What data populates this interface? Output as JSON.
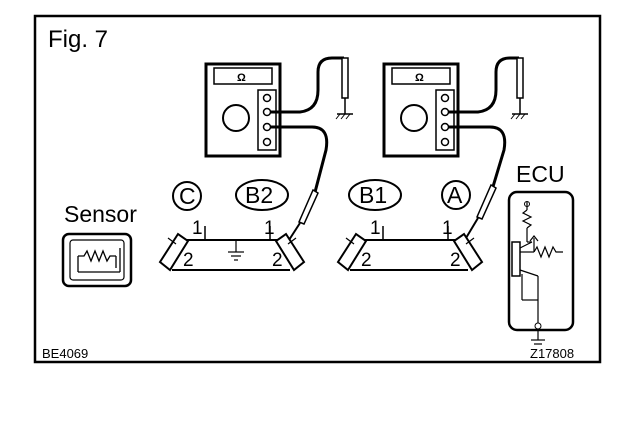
{
  "figure": {
    "title": "Fig. 7",
    "code_left": "BE4069",
    "code_right": "Z17808"
  },
  "labels": {
    "sensor": "Sensor",
    "ecu": "ECU",
    "terminal_c": "C",
    "terminal_b2": "B2",
    "terminal_b1": "B1",
    "terminal_a": "A"
  },
  "connectors": {
    "left": {
      "pin_top_left": "1",
      "pin_top_right": "1",
      "pin_bottom_left": "2",
      "pin_bottom_right": "2"
    },
    "right": {
      "pin_top_left": "1",
      "pin_top_right": "1",
      "pin_bottom_left": "2",
      "pin_bottom_right": "2"
    }
  },
  "meters": {
    "left": {
      "unit_symbol": "Ω"
    },
    "right": {
      "unit_symbol": "Ω"
    }
  },
  "icons": [
    "ohmmeter-icon",
    "ground-icon",
    "probe-icon",
    "resistor-icon",
    "transistor-icon"
  ],
  "colors": {
    "line": "#000000",
    "background": "#ffffff"
  }
}
